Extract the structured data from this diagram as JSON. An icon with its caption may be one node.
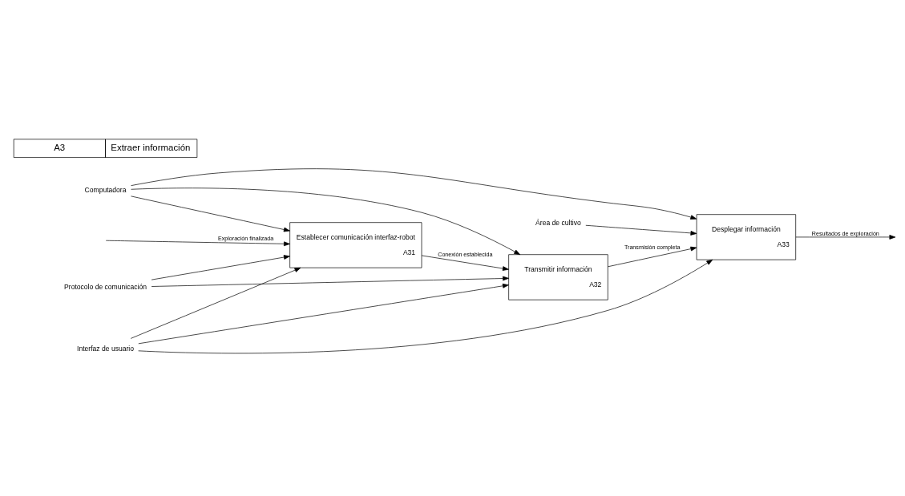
{
  "diagram": {
    "nodes": [
      {
        "text": [
          "Protocolo de comunicación"
        ]
      },
      {
        "text": [
          "Establecer comunicación interfaz-robot",
          "A31"
        ]
      },
      {
        "text": [
          "Transmitir información",
          "A32"
        ]
      },
      {
        "text": [
          "Área de cultivo"
        ]
      },
      {
        "text": [
          "Desplegar información",
          "A33"
        ]
      },
      {
        "text": [
          "Computadora"
        ]
      },
      {
        "text": [
          "Interfaz de usuario"
        ]
      }
    ],
    "edges": [
      {
        "from": null,
        "to": 1,
        "arrow": "to",
        "label": "Exploración finalizada"
      },
      {
        "from": 0,
        "to": 1,
        "arrow": "to"
      },
      {
        "from": 0,
        "to": 2,
        "arrow": "to"
      },
      {
        "from": 1,
        "to": 2,
        "arrow": "to",
        "label": "Conexión establecida"
      },
      {
        "from": 2,
        "to": 4,
        "arrow": "to",
        "label": "Transmisión completa"
      },
      {
        "from": 3,
        "to": 4,
        "arrow": "to"
      },
      {
        "from": 4,
        "to": null,
        "arrow": "to",
        "label": "Resultados de exploración"
      },
      {
        "from": 5,
        "to": 1,
        "arrow": "to"
      },
      {
        "from": 5,
        "to": 2,
        "arrow": "to"
      },
      {
        "from": 5,
        "to": 4,
        "arrow": "to"
      },
      {
        "from": 6,
        "to": 1,
        "arrow": "to"
      },
      {
        "from": 6,
        "to": 2,
        "arrow": "to"
      },
      {
        "from": 6,
        "to": 4,
        "arrow": "to"
      }
    ],
    "labels": [
      "A3",
      "Extraer información"
    ]
  }
}
